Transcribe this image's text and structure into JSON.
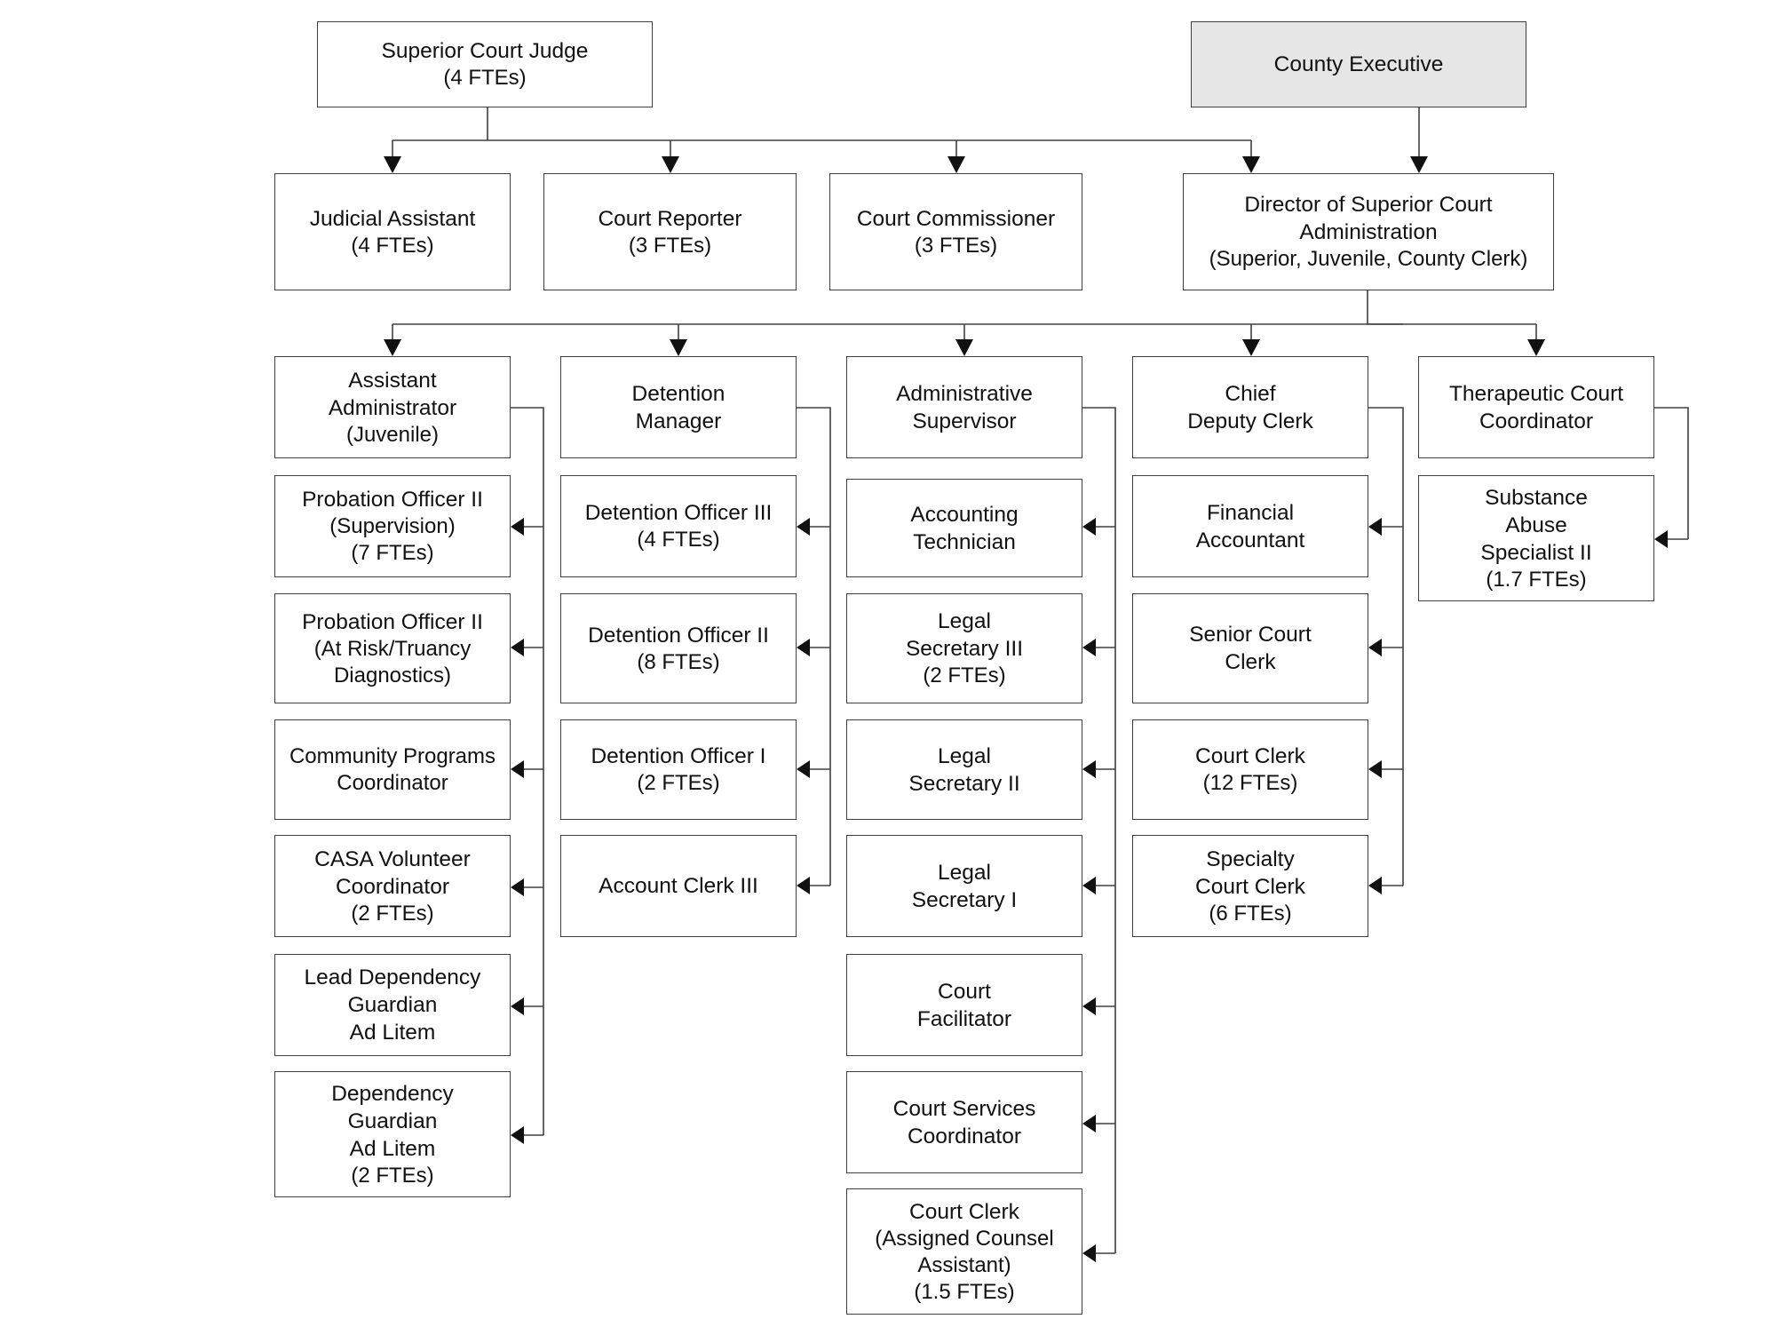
{
  "nodes": {
    "superior_court_judge": [
      "Superior Court Judge",
      "(4 FTEs)"
    ],
    "county_executive": [
      "County Executive"
    ],
    "judicial_assistant": [
      "Judicial Assistant",
      "(4 FTEs)"
    ],
    "court_reporter": [
      "Court Reporter",
      "(3 FTEs)"
    ],
    "court_commissioner": [
      "Court Commissioner",
      "(3 FTEs)"
    ],
    "director": [
      "Director of Superior Court",
      "Administration",
      "(Superior, Juvenile, County Clerk)"
    ],
    "assistant_administrator": [
      "Assistant",
      "Administrator",
      "(Juvenile)"
    ],
    "detention_manager": [
      "Detention",
      "Manager"
    ],
    "administrative_supervisor": [
      "Administrative",
      "Supervisor"
    ],
    "chief_deputy_clerk": [
      "Chief",
      "Deputy Clerk"
    ],
    "therapeutic_court_coordinator": [
      "Therapeutic Court",
      "Coordinator"
    ],
    "probation_officer_supervision": [
      "Probation Officer II",
      "(Supervision)",
      "(7 FTEs)"
    ],
    "probation_officer_at_risk": [
      "Probation Officer II",
      "(At Risk/Truancy",
      "Diagnostics)"
    ],
    "community_programs_coordinator": [
      "Community Programs",
      "Coordinator"
    ],
    "casa_volunteer_coordinator": [
      "CASA Volunteer",
      "Coordinator",
      "(2 FTEs)"
    ],
    "lead_dependency_gal": [
      "Lead Dependency",
      "Guardian",
      "Ad Litem"
    ],
    "dependency_gal": [
      "Dependency",
      "Guardian",
      "Ad Litem",
      "(2 FTEs)"
    ],
    "detention_officer_iii": [
      "Detention Officer III",
      "(4 FTEs)"
    ],
    "detention_officer_ii": [
      "Detention Officer II",
      "(8 FTEs)"
    ],
    "detention_officer_i": [
      "Detention Officer I",
      "(2 FTEs)"
    ],
    "account_clerk_iii": [
      "Account Clerk III"
    ],
    "accounting_technician": [
      "Accounting",
      "Technician"
    ],
    "legal_secretary_iii": [
      "Legal",
      "Secretary III",
      "(2 FTEs)"
    ],
    "legal_secretary_ii": [
      "Legal",
      "Secretary II"
    ],
    "legal_secretary_i": [
      "Legal",
      "Secretary I"
    ],
    "court_facilitator": [
      "Court",
      "Facilitator"
    ],
    "court_services_coordinator": [
      "Court Services",
      "Coordinator"
    ],
    "court_clerk_assigned_counsel": [
      "Court Clerk",
      "(Assigned Counsel",
      "Assistant)",
      "(1.5 FTEs)"
    ],
    "financial_accountant": [
      "Financial",
      "Accountant"
    ],
    "senior_court_clerk": [
      "Senior Court",
      "Clerk"
    ],
    "court_clerk": [
      "Court Clerk",
      "(12 FTEs)"
    ],
    "specialty_court_clerk": [
      "Specialty",
      "Court Clerk",
      "(6 FTEs)"
    ],
    "substance_abuse_specialist": [
      "Substance",
      "Abuse",
      "Specialist II",
      "(1.7 FTEs)"
    ]
  }
}
